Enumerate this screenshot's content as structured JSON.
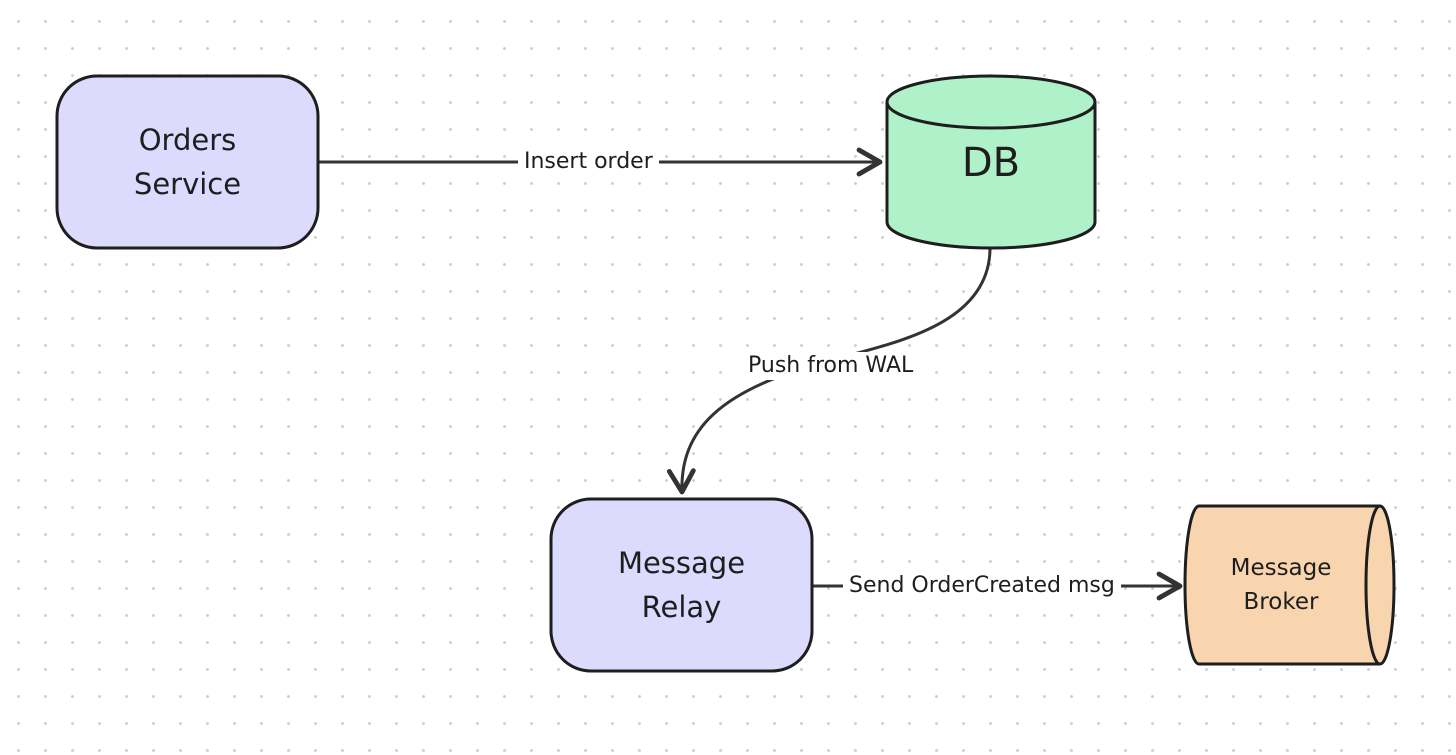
{
  "nodes": {
    "orders_service": {
      "label": "Orders\nService",
      "fill": "#dcdafd"
    },
    "db": {
      "label": "DB",
      "fill": "#aff1c9"
    },
    "message_relay": {
      "label": "Message\nRelay",
      "fill": "#dcdafd"
    },
    "message_broker": {
      "label": "Message\nBroker",
      "fill": "#f8d4af"
    }
  },
  "edges": {
    "insert_order": {
      "label": "Insert order"
    },
    "push_from_wal": {
      "label": "Push from WAL"
    },
    "send_order_created": {
      "label": "Send OrderCreated msg"
    }
  },
  "colors": {
    "stroke": "#1e1e1e",
    "grid_dots": "#cfcfcf",
    "background": "#ffffff"
  }
}
